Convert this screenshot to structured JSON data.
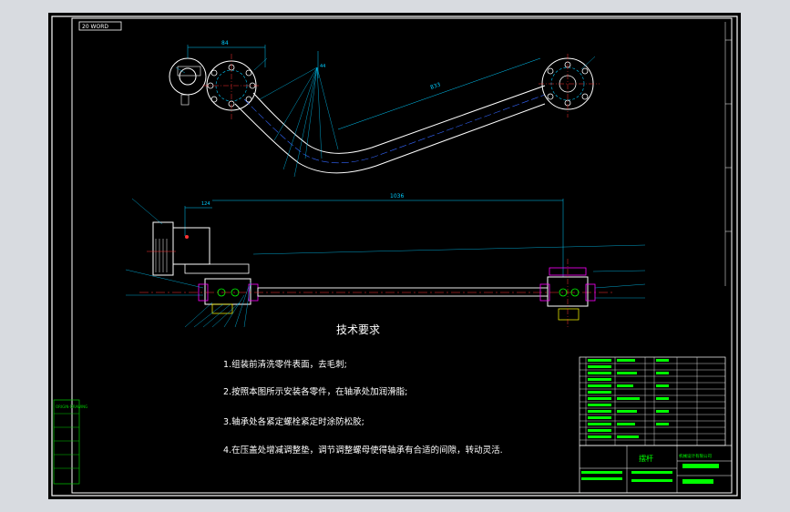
{
  "drawing": {
    "stamp_top_left": "20 WORD",
    "side_stamp": "ORIGIN-DRAWING",
    "dims": {
      "top_width": "84",
      "top_right_small": "44",
      "long_arm": "833",
      "side_left": "124",
      "side_long": "1036"
    },
    "tech_req": {
      "title": "技术要求",
      "items": [
        "1.组装前清洗零件表面，去毛刺;",
        "2.按照本图所示安装各零件，在轴承处加润滑脂;",
        "3.轴承处各紧定螺栓紧定时涂防松胶;",
        "4.在压盖处增减调整垫，调节调整螺母使得轴承有合适的间隙，转动灵活."
      ]
    },
    "title_block": {
      "name_label": "摆杆",
      "company": "机械设计有限公司"
    }
  }
}
